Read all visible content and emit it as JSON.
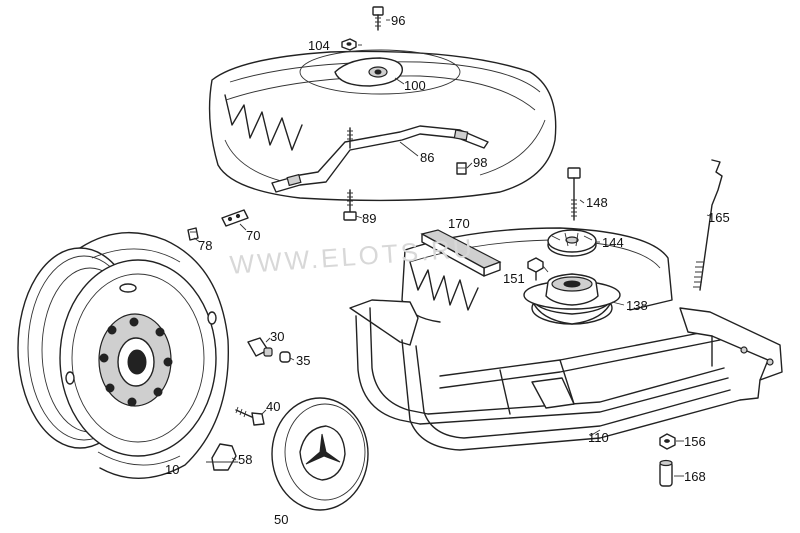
{
  "watermark": "WWW.ELOTS.RU",
  "parts": [
    {
      "id": "p96",
      "number": "96"
    },
    {
      "id": "p104",
      "number": "104"
    },
    {
      "id": "p100",
      "number": "100"
    },
    {
      "id": "p86",
      "number": "86"
    },
    {
      "id": "p98",
      "number": "98"
    },
    {
      "id": "p89",
      "number": "89"
    },
    {
      "id": "p148",
      "number": "148"
    },
    {
      "id": "p165",
      "number": "165"
    },
    {
      "id": "p170",
      "number": "170"
    },
    {
      "id": "p144",
      "number": "144"
    },
    {
      "id": "p151",
      "number": "151"
    },
    {
      "id": "p138",
      "number": "138"
    },
    {
      "id": "p78",
      "number": "78"
    },
    {
      "id": "p70",
      "number": "70"
    },
    {
      "id": "p30",
      "number": "30"
    },
    {
      "id": "p35",
      "number": "35"
    },
    {
      "id": "p40",
      "number": "40"
    },
    {
      "id": "p58",
      "number": "58"
    },
    {
      "id": "p10",
      "number": "10"
    },
    {
      "id": "p50",
      "number": "50"
    },
    {
      "id": "p110",
      "number": "110"
    },
    {
      "id": "p156",
      "number": "156"
    },
    {
      "id": "p168",
      "number": "168"
    }
  ]
}
